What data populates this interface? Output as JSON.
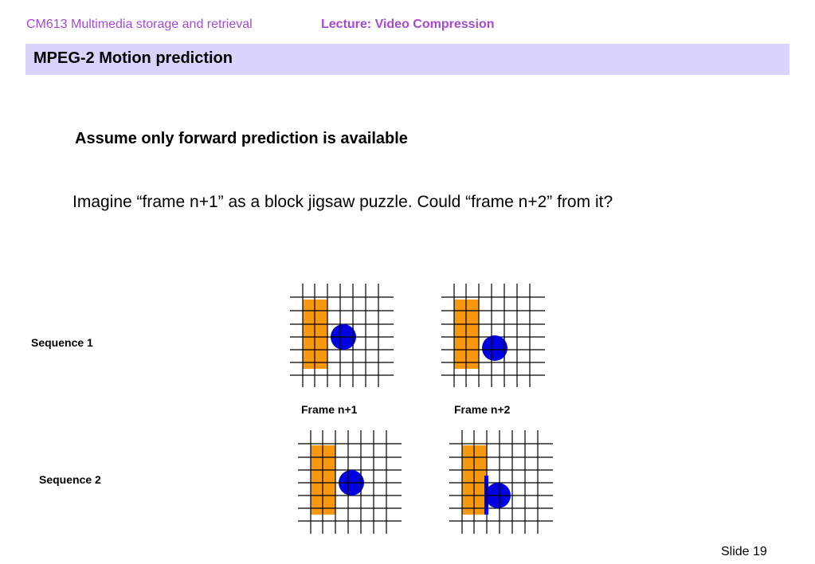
{
  "header": {
    "course": "CM613 Multimedia storage and retrieval",
    "lecture": "Lecture: Video Compression"
  },
  "title": "MPEG-2 Motion prediction",
  "heading": "Assume only forward prediction is available",
  "body_text": "Imagine “frame n+1” as a block jigsaw puzzle. Could “frame n+2” from it?",
  "sequences": [
    {
      "label": "Sequence 1"
    },
    {
      "label": "Sequence 2"
    }
  ],
  "frame_labels": [
    "Frame n+1",
    "Frame n+2"
  ],
  "footer": {
    "slide_number": "Slide 19"
  },
  "colors": {
    "title_bar": "#d7d5fc",
    "header_text": "#a64ad0",
    "rectangle": "#f7980f",
    "circle": "#0000e0"
  }
}
